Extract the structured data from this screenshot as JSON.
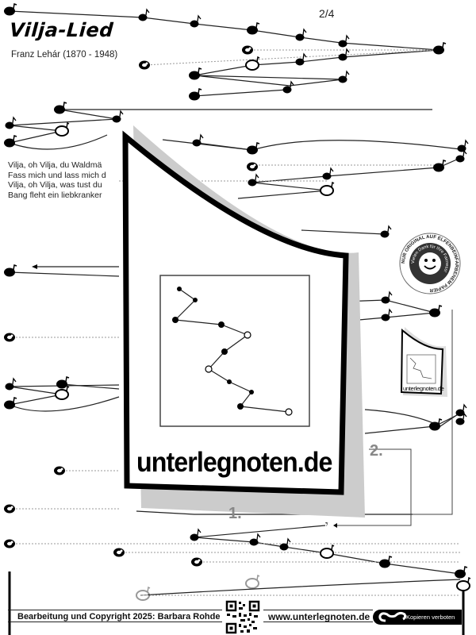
{
  "header": {
    "title": "Vilja-Lied",
    "composer": "Franz Lehár (1870 - 1948)",
    "page_indicator": "2/4"
  },
  "lyrics": {
    "lines": [
      "Vilja, oh Vilja, du Waldmä",
      "Fass mich und lass mich d",
      "Vilja, oh Vilja, was tust du",
      "Bang fleht ein liebkranker"
    ]
  },
  "notation": {
    "repeat_markers": [
      "1.",
      "2."
    ],
    "rest_symbol": "𝄾"
  },
  "watermark": {
    "text": "unterlegnoten.de",
    "small_logo_text": "unterlegnoten.de"
  },
  "stamp": {
    "outer_text": "NUR ORIGINAL AUF ELFENBEINFARBENEM PAPIER",
    "inner_text": "Vielen Dank für Ihre Fairness!",
    "icon": "smiley-icon"
  },
  "footer": {
    "copyright": "Bearbeitung und Copyright 2025: Barbara Rohde",
    "website": "www.unterlegnoten.de",
    "copy_notice": "Kopieren verboten",
    "qr_icon": "qr-code-icon"
  },
  "colors": {
    "ink": "#000000",
    "paper": "#ffffff",
    "watermark_shadow": "#cccccc",
    "repeat_label": "#888888",
    "ghost_note": "#aaaaaa"
  }
}
